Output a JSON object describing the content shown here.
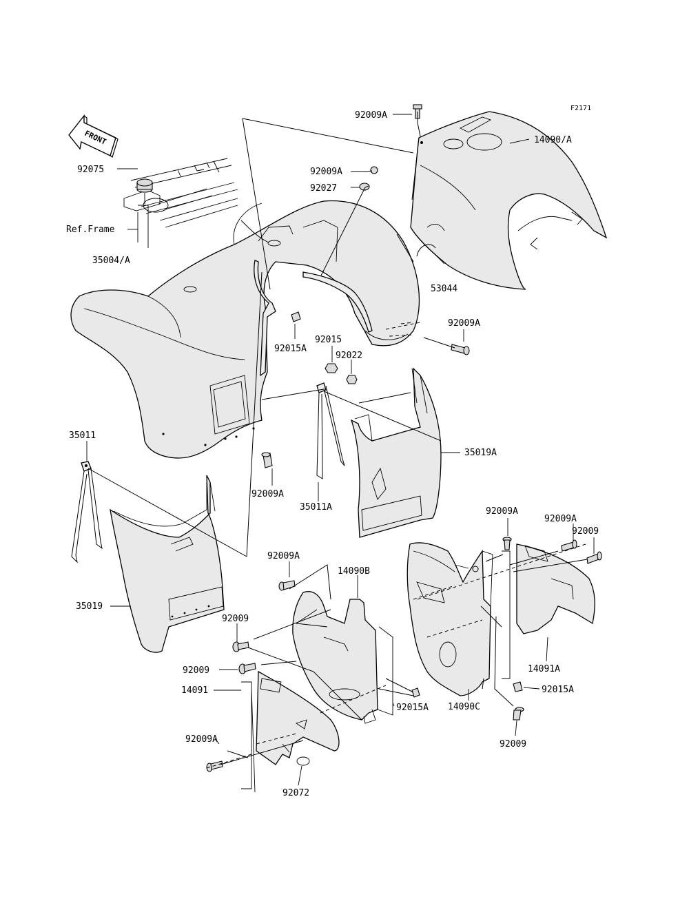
{
  "figure_id": "F2171",
  "front_arrow": "FRONT",
  "labels": {
    "l_92009A_top": "92009A",
    "l_14090A": "14090/A",
    "l_92075": "92075",
    "l_92009A_b": "92009A",
    "l_92027": "92027",
    "l_ref_frame": "Ref.Frame",
    "l_35004A": "35004/A",
    "l_53044": "53044",
    "l_92009A_r": "92009A",
    "l_92015": "92015",
    "l_92015A_l": "92015A",
    "l_92022": "92022",
    "l_35011": "35011",
    "l_35019A": "35019A",
    "l_92009A_m": "92009A",
    "l_35011A": "35011A",
    "l_92009A_rr1": "92009A",
    "l_92009A_rr2": "92009A",
    "l_92009_rr": "92009",
    "l_92009A_c": "92009A",
    "l_14090B": "14090B",
    "l_35019": "35019",
    "l_92009_c1": "92009",
    "l_92009_c2": "92009",
    "l_14091": "14091",
    "l_14091A": "14091A",
    "l_92015A_r": "92015A",
    "l_92015A_c": "92015A",
    "l_14090C": "14090C",
    "l_92009A_bl": "92009A",
    "l_92009_br": "92009",
    "l_92072": "92072"
  }
}
